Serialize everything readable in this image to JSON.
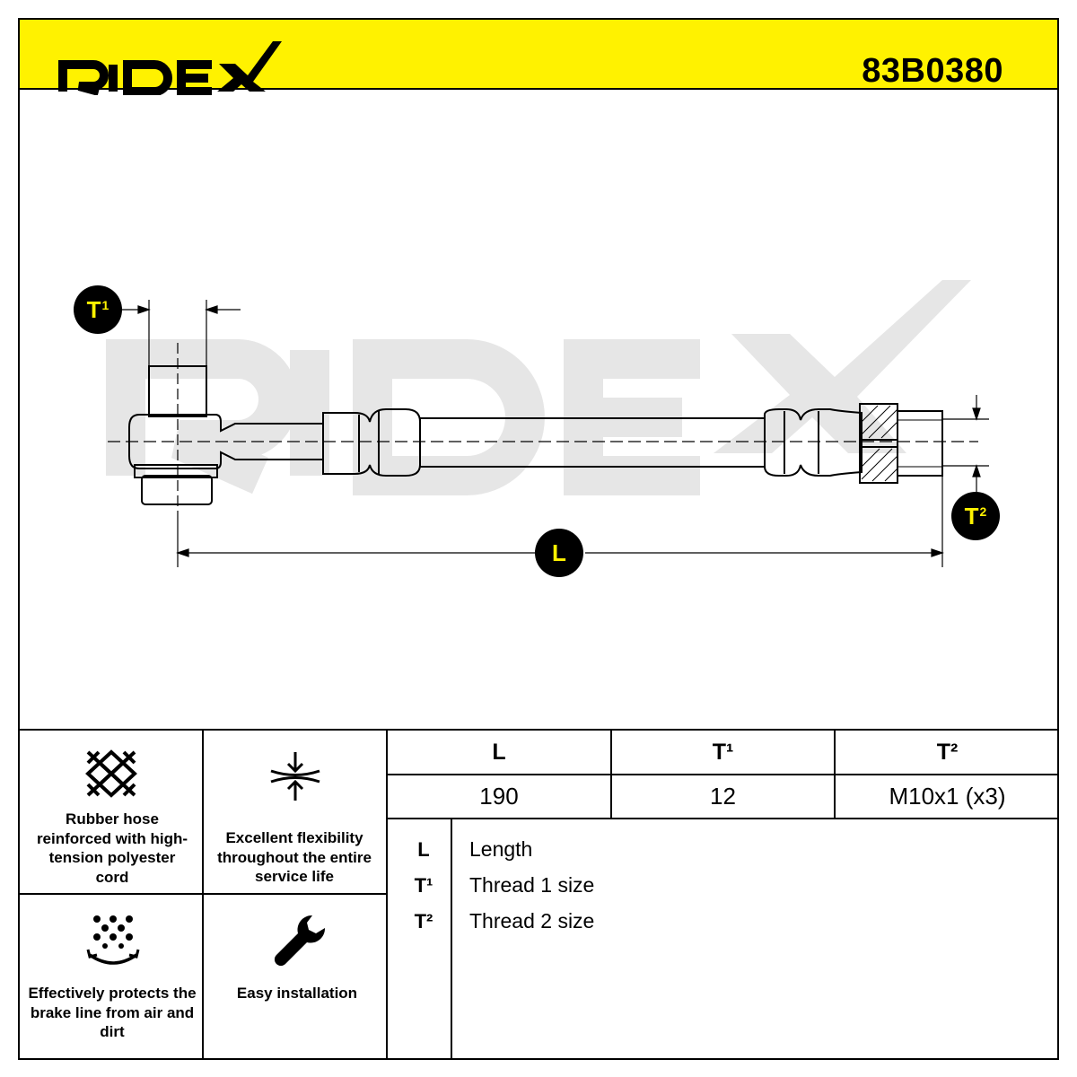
{
  "brand": "RIDEX",
  "part_number": "83B0380",
  "drawing": {
    "labels": {
      "t1_base": "T",
      "t1_sup": "1",
      "t2_base": "T",
      "t2_sup": "2",
      "l": "L"
    }
  },
  "features": [
    {
      "icon": "mesh-icon",
      "text": "Rubber hose reinforced with high-tension polyester cord"
    },
    {
      "icon": "flexibility-arrows-icon",
      "text": "Excellent flexibility throughout the entire service life"
    },
    {
      "icon": "dirt-shield-icon",
      "text": "Effectively protects the brake line from air and dirt"
    },
    {
      "icon": "wrench-icon",
      "text": "Easy installation"
    }
  ],
  "spec_table": {
    "headers": [
      "L",
      "T¹",
      "T²"
    ],
    "values": [
      "190",
      "12",
      "M10x1 (x3)"
    ]
  },
  "legend": [
    {
      "key": "L",
      "value": "Length"
    },
    {
      "key": "T¹",
      "value": "Thread 1 size"
    },
    {
      "key": "T²",
      "value": "Thread 2 size"
    }
  ],
  "colors": {
    "accent": "#FFF200",
    "line": "#000000",
    "watermark": "#E6E6E6"
  }
}
